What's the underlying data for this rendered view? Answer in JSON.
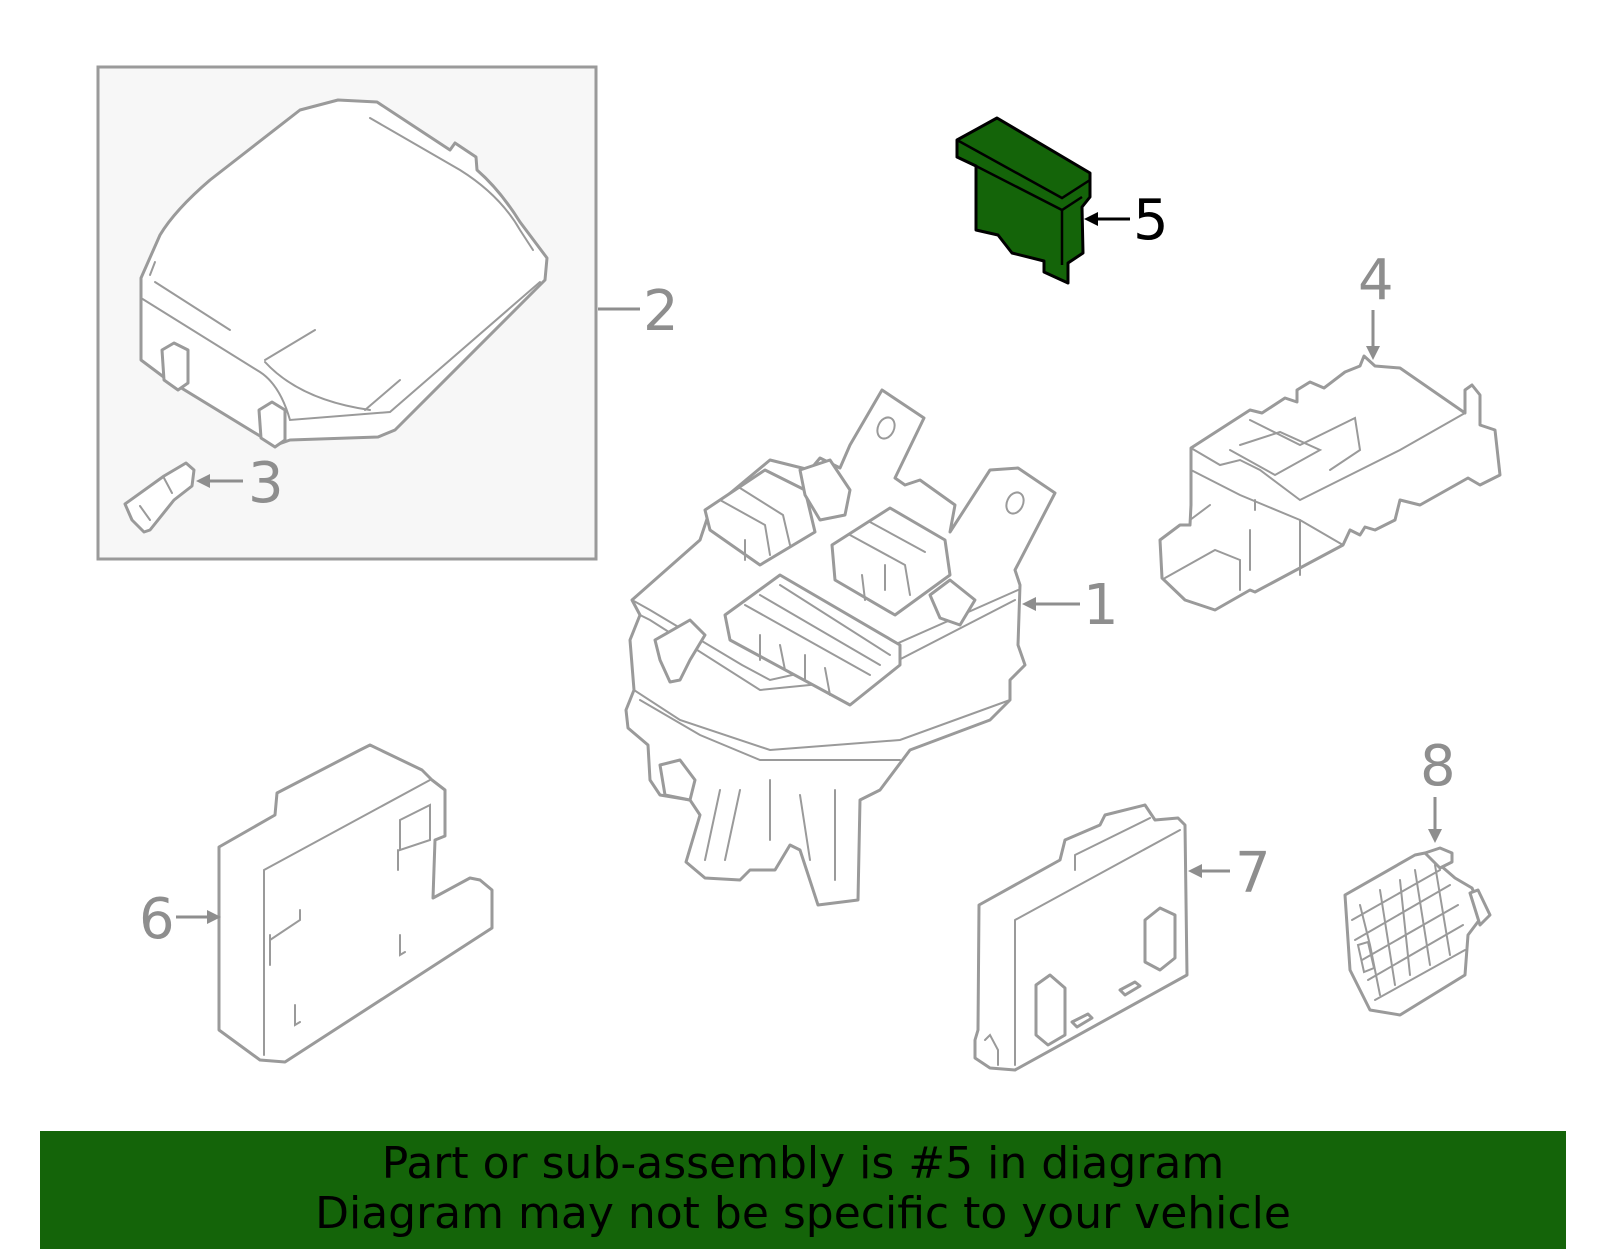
{
  "colors": {
    "highlight": "#146409",
    "banner_bg": "#146409",
    "line": "#9a9a9a",
    "callout": "#8e8e8e",
    "kit_box_fill": "#f7f7f7"
  },
  "callouts": {
    "c1": "1",
    "c2": "2",
    "c3": "3",
    "c4": "4",
    "c5": "5",
    "c6": "6",
    "c7": "7",
    "c8": "8"
  },
  "highlighted_part": "5",
  "banner": {
    "line1": "Part or sub-assembly is #5 in diagram",
    "line2": "Diagram may not be specific to your vehicle"
  }
}
